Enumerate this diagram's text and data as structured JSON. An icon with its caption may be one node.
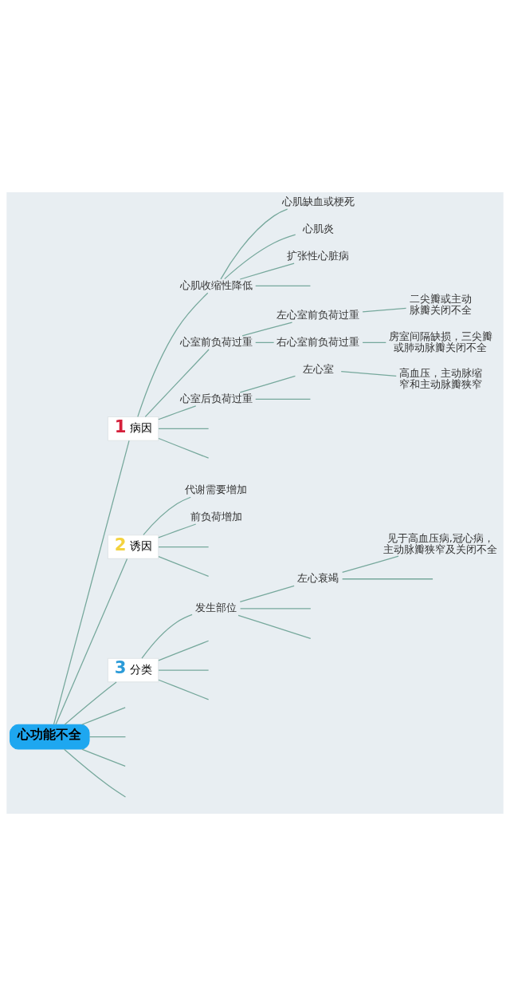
{
  "diagram": {
    "nodes": [
      {
        "text": [
          "心功能不全"
        ]
      },
      {
        "text": [
          "1",
          "病因"
        ]
      },
      {
        "text": [
          "心肌收缩性降低"
        ]
      },
      {
        "text": [
          "心肌缺血或梗死"
        ]
      },
      {
        "text": [
          "心肌炎"
        ]
      },
      {
        "text": [
          "扩张性心脏病"
        ]
      },
      {
        "text": [
          "心室前负荷过重"
        ]
      },
      {
        "text": [
          "左心室前负荷过重"
        ]
      },
      {
        "text": [
          "二尖瓣或主动脉瓣关闭不全"
        ]
      },
      {
        "text": [
          "右心室前负荷过重"
        ]
      },
      {
        "text": [
          "房室间隔缺损，三尖瓣或肺动脉瓣关闭不全"
        ]
      },
      {
        "text": [
          "心室后负荷过重"
        ]
      },
      {
        "text": [
          "左心室"
        ]
      },
      {
        "text": [
          "高血压，主动脉缩窄和主动脉瓣狭窄"
        ]
      },
      {
        "text": [
          "2",
          "诱因"
        ]
      },
      {
        "text": [
          "代谢需要增加"
        ]
      },
      {
        "text": [
          "前负荷增加"
        ]
      },
      {
        "text": [
          "3",
          "分类"
        ]
      },
      {
        "text": [
          "发生部位"
        ]
      },
      {
        "text": [
          "左心衰竭"
        ]
      },
      {
        "text": [
          "见于高血压病,冠心病，主动脉瓣狭窄及关闭不全"
        ]
      }
    ],
    "edges": [
      {
        "from": 0,
        "to": 1,
        "arrow": "none"
      },
      {
        "from": 1,
        "to": 2,
        "arrow": "none"
      },
      {
        "from": 2,
        "to": 3,
        "arrow": "none"
      },
      {
        "from": 2,
        "to": 4,
        "arrow": "none"
      },
      {
        "from": 2,
        "to": 5,
        "arrow": "none"
      },
      {
        "from": 2,
        "to": null,
        "arrow": "none"
      },
      {
        "from": 1,
        "to": 6,
        "arrow": "none"
      },
      {
        "from": 6,
        "to": 7,
        "arrow": "none"
      },
      {
        "from": 7,
        "to": 8,
        "arrow": "none"
      },
      {
        "from": 6,
        "to": 9,
        "arrow": "none"
      },
      {
        "from": 9,
        "to": 10,
        "arrow": "none"
      },
      {
        "from": 1,
        "to": 11,
        "arrow": "none"
      },
      {
        "from": 11,
        "to": 12,
        "arrow": "none"
      },
      {
        "from": 12,
        "to": 13,
        "arrow": "none"
      },
      {
        "from": 11,
        "to": null,
        "arrow": "none"
      },
      {
        "from": 1,
        "to": null,
        "arrow": "none"
      },
      {
        "from": 1,
        "to": null,
        "arrow": "none"
      },
      {
        "from": 0,
        "to": 14,
        "arrow": "none"
      },
      {
        "from": 14,
        "to": 15,
        "arrow": "none"
      },
      {
        "from": 14,
        "to": 16,
        "arrow": "none"
      },
      {
        "from": 14,
        "to": null,
        "arrow": "none"
      },
      {
        "from": 14,
        "to": null,
        "arrow": "none"
      },
      {
        "from": 0,
        "to": 17,
        "arrow": "none"
      },
      {
        "from": 17,
        "to": 18,
        "arrow": "none"
      },
      {
        "from": 18,
        "to": 19,
        "arrow": "none"
      },
      {
        "from": 19,
        "to": 20,
        "arrow": "none"
      },
      {
        "from": 19,
        "to": null,
        "arrow": "none"
      },
      {
        "from": 18,
        "to": null,
        "arrow": "none"
      },
      {
        "from": 18,
        "to": null,
        "arrow": "none"
      },
      {
        "from": 17,
        "to": null,
        "arrow": "none"
      },
      {
        "from": 17,
        "to": null,
        "arrow": "none"
      },
      {
        "from": 17,
        "to": null,
        "arrow": "none"
      },
      {
        "from": 0,
        "to": null,
        "arrow": "none"
      },
      {
        "from": 0,
        "to": null,
        "arrow": "none"
      },
      {
        "from": 0,
        "to": null,
        "arrow": "none"
      },
      {
        "from": 0,
        "to": null,
        "arrow": "none"
      }
    ]
  }
}
